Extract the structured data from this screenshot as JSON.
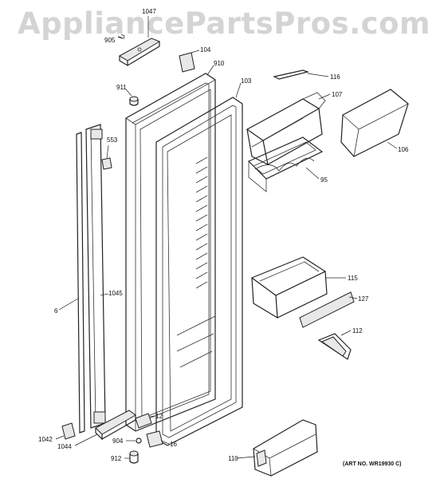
{
  "watermark": "AppliancePartsPros.com",
  "art_number": "(ART NO. WR19930 C)",
  "labels": {
    "p1047": "1047",
    "p905": "905",
    "p104": "104",
    "p910": "910",
    "p911": "911",
    "p103": "103",
    "p116": "116",
    "p107": "107",
    "p553": "553",
    "p106": "106",
    "p95": "95",
    "p115": "115",
    "p127": "127",
    "p1045": "1045",
    "p6": "6",
    "p112": "112",
    "p12": "12",
    "p1042": "1042",
    "p1044": "1044",
    "p904": "904",
    "p16": "16",
    "p912": "912",
    "p110": "110"
  }
}
